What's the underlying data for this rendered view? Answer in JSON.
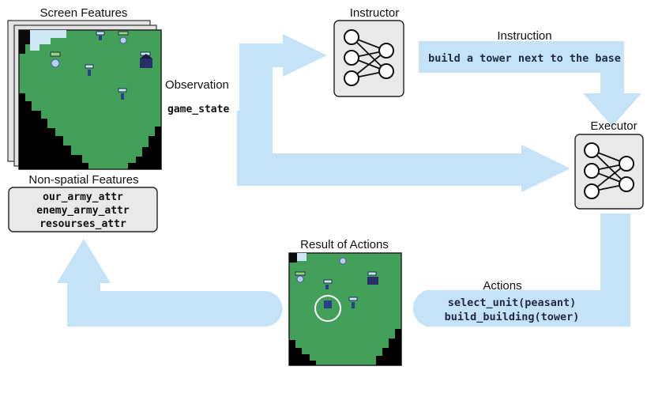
{
  "labels": {
    "screen_features": "Screen Features",
    "non_spatial_features": "Non-spatial Features",
    "observation": "Observation",
    "instructor": "Instructor",
    "instruction": "Instruction",
    "executor": "Executor",
    "actions": "Actions",
    "result_of_actions": "Result of Actions"
  },
  "code": {
    "game_state": "game_state",
    "instruction_text": "build a tower next to the base",
    "non_spatial": [
      "our_army_attr",
      "enemy_army_attr",
      "resourses_attr"
    ],
    "actions": [
      "select_unit(peasant)",
      "build_building(tower)"
    ]
  },
  "colors": {
    "flow_arrow": "#c5e3f7",
    "map_grass": "#43a058",
    "map_void": "#000000",
    "map_fog": "#cfe8f5",
    "box_fill": "#e9e9e9",
    "unit_blue": "#2a3f8f"
  }
}
